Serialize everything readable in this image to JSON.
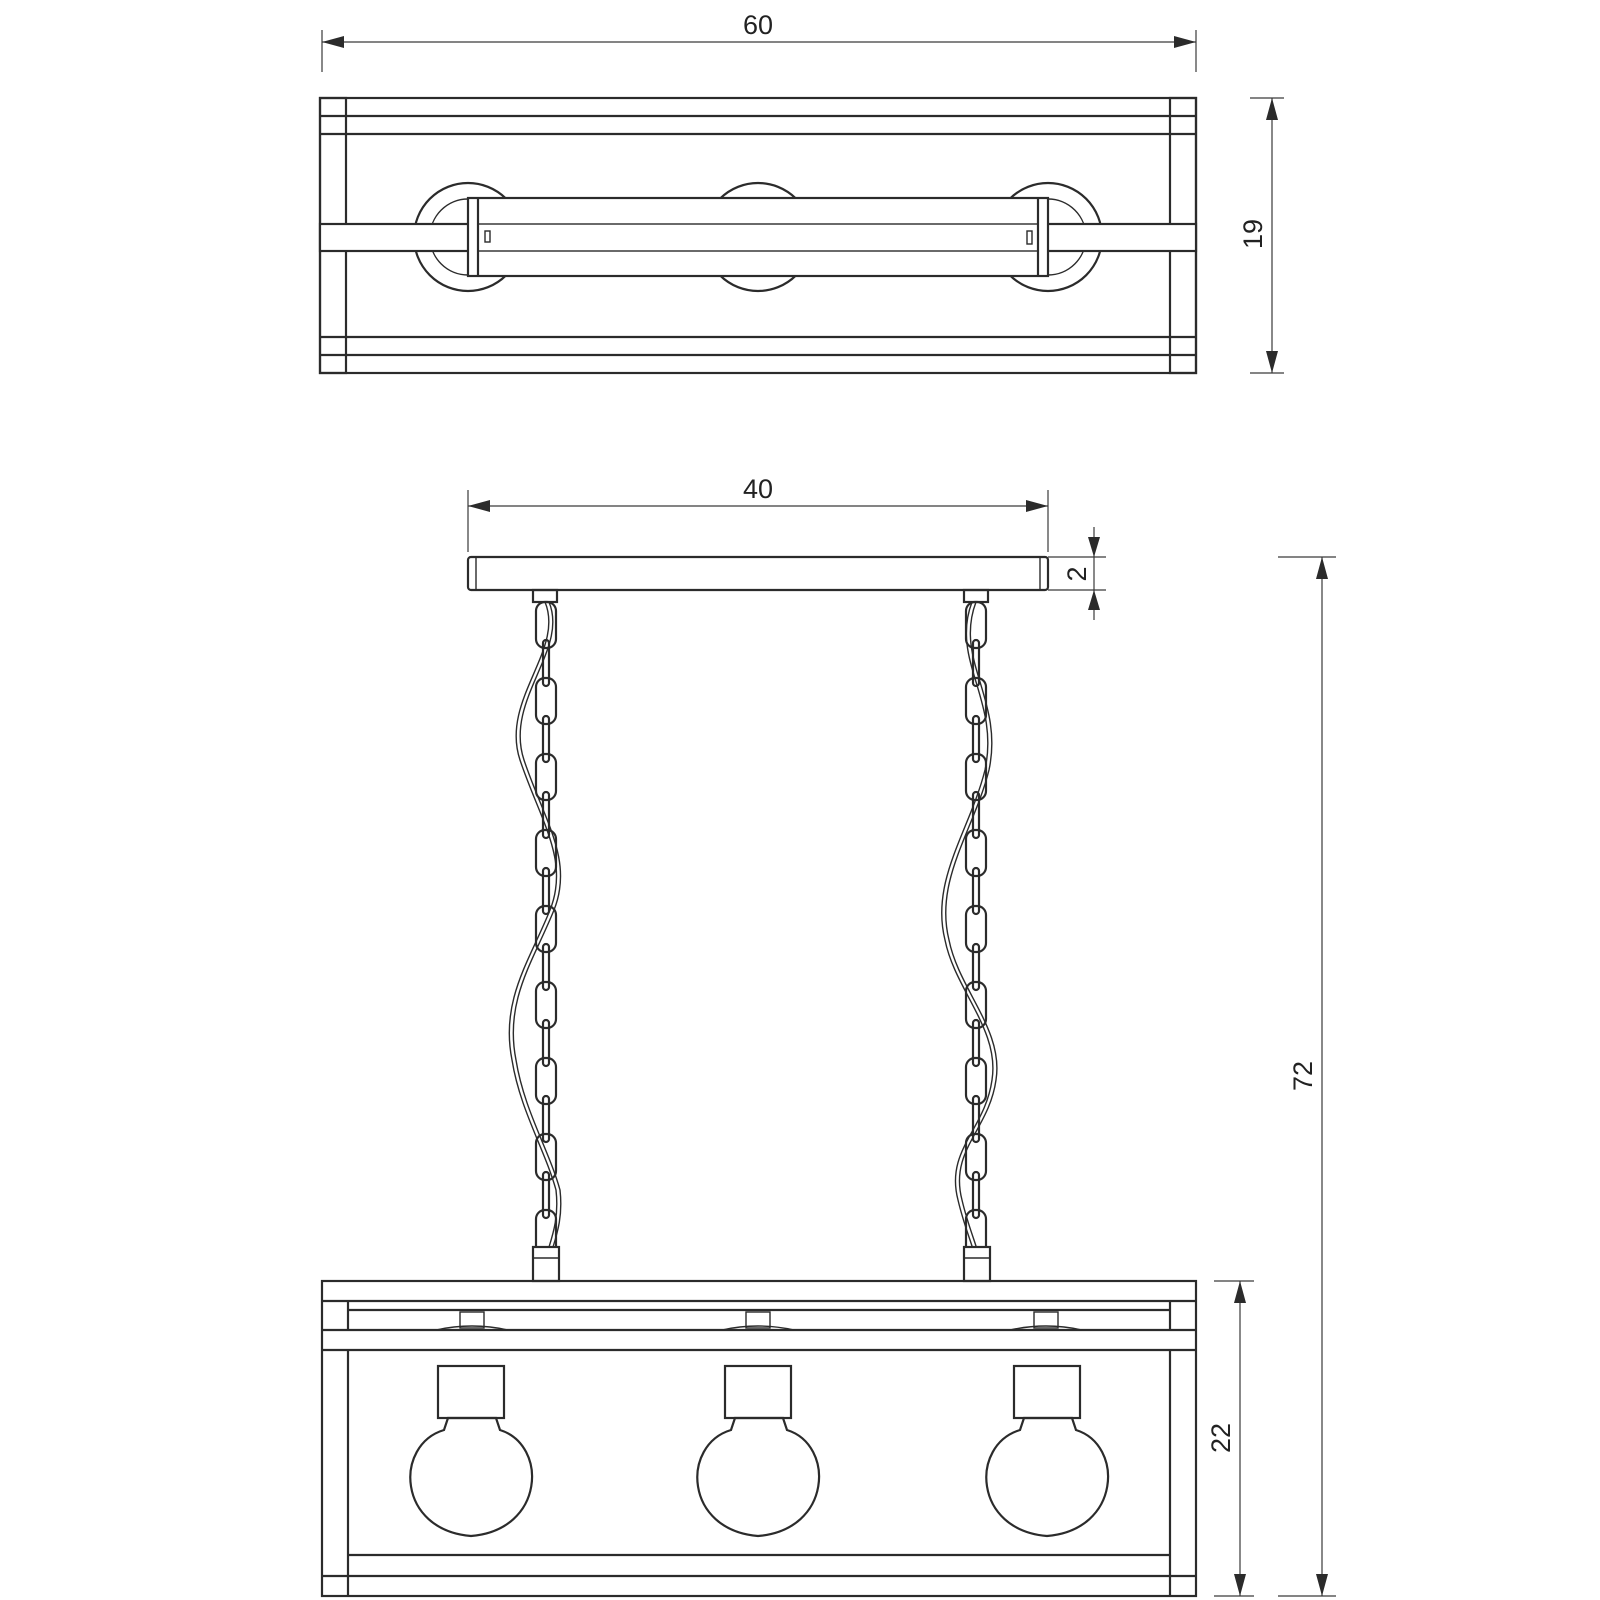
{
  "dimensions": {
    "top_width": "60",
    "top_depth": "19",
    "canopy_width": "40",
    "canopy_height": "2",
    "total_height": "72",
    "frame_height": "22"
  },
  "views": {
    "top_view": {
      "sockets": 3
    },
    "front_view": {
      "bulbs": 3,
      "chains": 2
    }
  }
}
